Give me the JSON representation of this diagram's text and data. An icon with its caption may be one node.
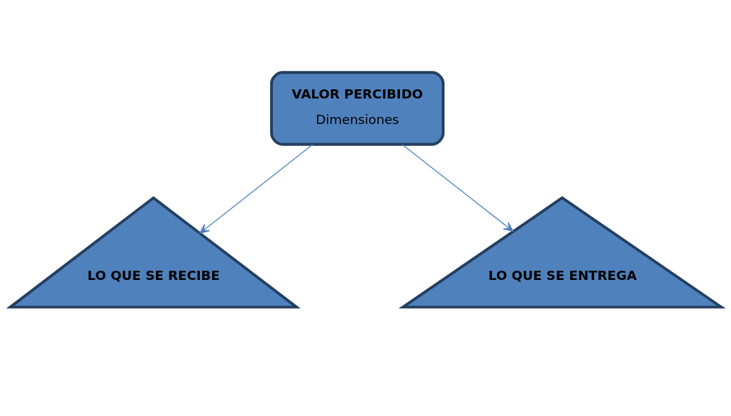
{
  "diagram": {
    "nodes": [
      {
        "text": [
          "VALOR PERCIBIDO",
          "Dimensiones"
        ]
      },
      {
        "text": [
          "LO QUE SE RECIBE"
        ]
      },
      {
        "text": [
          "LO QUE SE ENTREGA"
        ]
      }
    ],
    "edges": [
      {
        "from": 0,
        "to": 1,
        "arrow": "to"
      },
      {
        "from": 0,
        "to": 2,
        "arrow": "to"
      }
    ]
  }
}
